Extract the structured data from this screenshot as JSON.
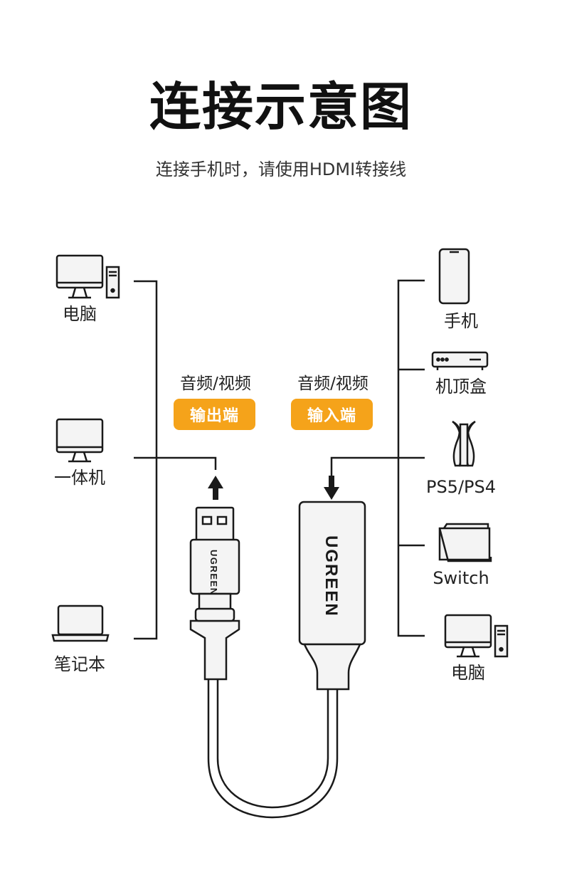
{
  "title": "连接示意图",
  "subtitle": "连接手机时，请使用HDMI转接线",
  "left_devices": [
    {
      "name": "电脑",
      "icon": "desktop-computer-icon"
    },
    {
      "name": "一体机",
      "icon": "all-in-one-monitor-icon"
    },
    {
      "name": "笔记本",
      "icon": "laptop-icon"
    }
  ],
  "right_devices": [
    {
      "name": "手机",
      "icon": "smartphone-icon"
    },
    {
      "name": "机顶盒",
      "icon": "set-top-box-icon"
    },
    {
      "name": "PS5/PS4",
      "icon": "game-console-icon"
    },
    {
      "name": "Switch",
      "icon": "switch-console-icon"
    },
    {
      "name": "电脑",
      "icon": "desktop-computer-icon"
    }
  ],
  "output_port": {
    "caption": "音频/视频",
    "badge": "输出端"
  },
  "input_port": {
    "caption": "音频/视频",
    "badge": "输入端"
  },
  "brand": "UGREEN",
  "colors": {
    "accent": "#f5a31a",
    "line": "#1a1a1a",
    "device_fill": "#f4f4f4"
  }
}
